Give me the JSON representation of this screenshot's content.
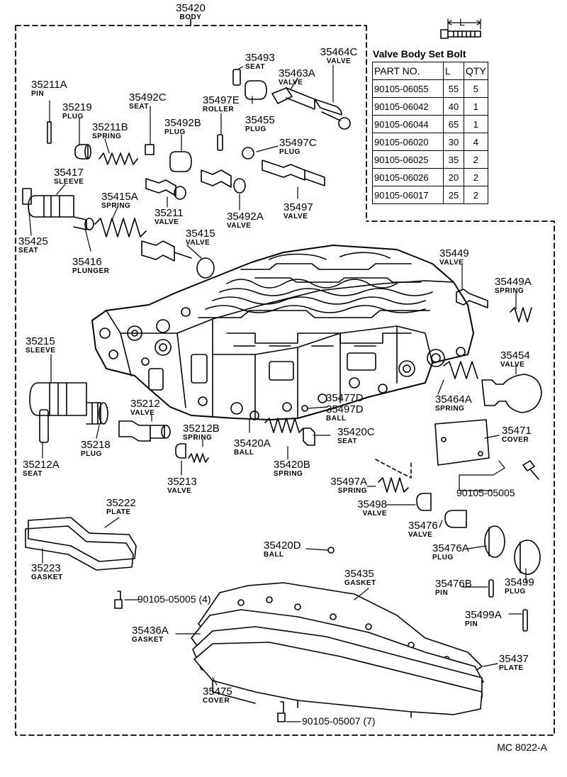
{
  "header": {
    "part": "35420",
    "name": "BODY"
  },
  "bolt_table": {
    "title": "Valve Body Set Bolt",
    "dim_label": "L",
    "columns": [
      "PART  NO.",
      "L",
      "QTY"
    ],
    "rows": [
      [
        "90105-06055",
        "55",
        "5"
      ],
      [
        "90105-06042",
        "40",
        "1"
      ],
      [
        "90105-06044",
        "65",
        "1"
      ],
      [
        "90105-06020",
        "30",
        "4"
      ],
      [
        "90105-06025",
        "35",
        "2"
      ],
      [
        "90105-06026",
        "20",
        "2"
      ],
      [
        "90105-06017",
        "25",
        "2"
      ]
    ]
  },
  "labels": {
    "p35493": {
      "part": "35493",
      "name": "SEAT"
    },
    "p35464C": {
      "part": "35464C",
      "name": "VALVE"
    },
    "p35463A": {
      "part": "35463A",
      "name": "VALVE"
    },
    "p35211A": {
      "part": "35211A",
      "name": "PIN"
    },
    "p35219": {
      "part": "35219",
      "name": "PLUG"
    },
    "p35492C": {
      "part": "35492C",
      "name": "SEAT"
    },
    "p35497E": {
      "part": "35497E",
      "name": "ROLLER"
    },
    "p35455": {
      "part": "35455",
      "name": "PLUG"
    },
    "p35211B": {
      "part": "35211B",
      "name": "SPRING"
    },
    "p35492B": {
      "part": "35492B",
      "name": "PLUG"
    },
    "p35497C": {
      "part": "35497C",
      "name": "PLUG"
    },
    "p35417": {
      "part": "35417",
      "name": "SLEEVE"
    },
    "p35415A": {
      "part": "35415A",
      "name": "SPRING"
    },
    "p35211": {
      "part": "35211",
      "name": "VALVE"
    },
    "p35492A": {
      "part": "35492A",
      "name": "VALVE"
    },
    "p35497": {
      "part": "35497",
      "name": "VALVE"
    },
    "p35425": {
      "part": "35425",
      "name": "SEAT"
    },
    "p35415": {
      "part": "35415",
      "name": "VALVE"
    },
    "p35416": {
      "part": "35416",
      "name": "PLUNGER"
    },
    "p35449": {
      "part": "35449",
      "name": "VALVE"
    },
    "p35449A": {
      "part": "35449A",
      "name": "SPRING"
    },
    "p35215": {
      "part": "35215",
      "name": "SLEEVE"
    },
    "p35454": {
      "part": "35454",
      "name": "VALVE"
    },
    "p35477D": {
      "part": "35477D",
      "name": ""
    },
    "p35497D": {
      "part": "35497D",
      "name": "BALL"
    },
    "p35464A": {
      "part": "35464A",
      "name": "SPRING"
    },
    "p35212": {
      "part": "35212",
      "name": "VALVE"
    },
    "p35212B": {
      "part": "35212B",
      "name": "SPRING"
    },
    "p35420C": {
      "part": "35420C",
      "name": "SEAT"
    },
    "p35218": {
      "part": "35218",
      "name": "PLUG"
    },
    "p35420A": {
      "part": "35420A",
      "name": "BALL"
    },
    "p35471": {
      "part": "35471",
      "name": "COVER"
    },
    "p35212A": {
      "part": "35212A",
      "name": "SEAT"
    },
    "p35213": {
      "part": "35213",
      "name": "VALVE"
    },
    "p35420B": {
      "part": "35420B",
      "name": "SPRING"
    },
    "p35497A": {
      "part": "35497A",
      "name": "SPRING"
    },
    "p35498": {
      "part": "35498",
      "name": "VALVE"
    },
    "p35222": {
      "part": "35222",
      "name": "PLATE"
    },
    "p35476": {
      "part": "35476",
      "name": "VALVE"
    },
    "p35476A": {
      "part": "35476A",
      "name": "PLUG"
    },
    "p35223": {
      "part": "35223",
      "name": "GASKET"
    },
    "p35420D": {
      "part": "35420D",
      "name": "BALL"
    },
    "p35435": {
      "part": "35435",
      "name": "GASKET"
    },
    "p35476B": {
      "part": "35476B",
      "name": "PIN"
    },
    "p35499": {
      "part": "35499",
      "name": "PLUG"
    },
    "p35499A": {
      "part": "35499A",
      "name": "PIN"
    },
    "p35436A": {
      "part": "35436A",
      "name": "GASKET"
    },
    "p35437": {
      "part": "35437",
      "name": "PLATE"
    },
    "p35475": {
      "part": "35475",
      "name": "COVER"
    }
  },
  "inline_labels": {
    "b05005a": "90105-05005",
    "b05005b": "90105-05005 (4)",
    "b05007": "90105-05007 (7)"
  },
  "figure_code": "MC 8022-A"
}
